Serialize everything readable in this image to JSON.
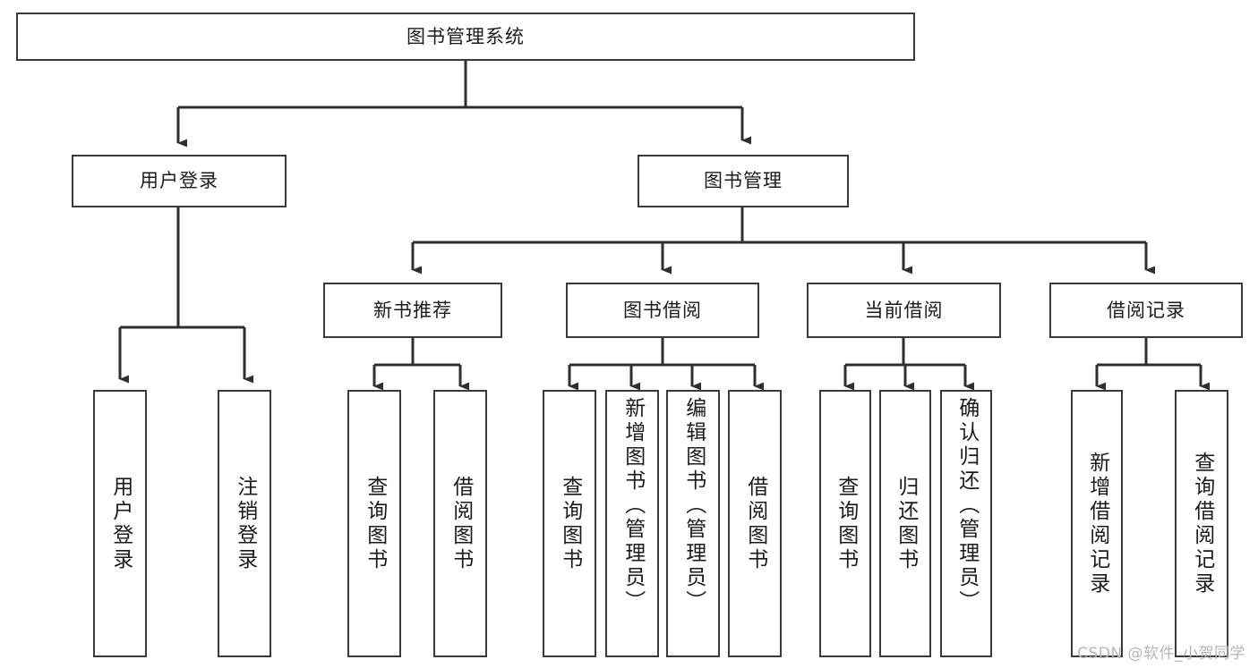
{
  "diagram": {
    "title": "图书管理系统",
    "type": "tree",
    "watermark": "CSDN @软件_小贺同学",
    "colors": {
      "box_border": "#3a3a3a",
      "box_fill": "#ffffff",
      "connector": "#2f2f2f",
      "text": "#1b1b1b",
      "watermark": "#b6b6b6"
    },
    "nodes": {
      "root": {
        "label": "图书管理系统"
      },
      "level2": [
        {
          "label": "用户登录"
        },
        {
          "label": "图书管理"
        }
      ],
      "level3": [
        {
          "label": "新书推荐"
        },
        {
          "label": "图书借阅"
        },
        {
          "label": "当前借阅"
        },
        {
          "label": "借阅记录"
        }
      ],
      "leaves": {
        "user_login": [
          {
            "label": "用户登录"
          },
          {
            "label": "注销登录"
          }
        ],
        "new_book_recommend": [
          {
            "label": "查询图书"
          },
          {
            "label": "借阅图书"
          }
        ],
        "book_borrow": [
          {
            "label": "查询图书"
          },
          {
            "label": "新增图书（管理员）"
          },
          {
            "label": "编辑图书（管理员）"
          },
          {
            "label": "借阅图书"
          }
        ],
        "current_borrow": [
          {
            "label": "查询图书"
          },
          {
            "label": "归还图书"
          },
          {
            "label": "确认归还（管理员）"
          }
        ],
        "borrow_record": [
          {
            "label": "新增借阅记录"
          },
          {
            "label": "查询借阅记录"
          }
        ]
      }
    }
  }
}
